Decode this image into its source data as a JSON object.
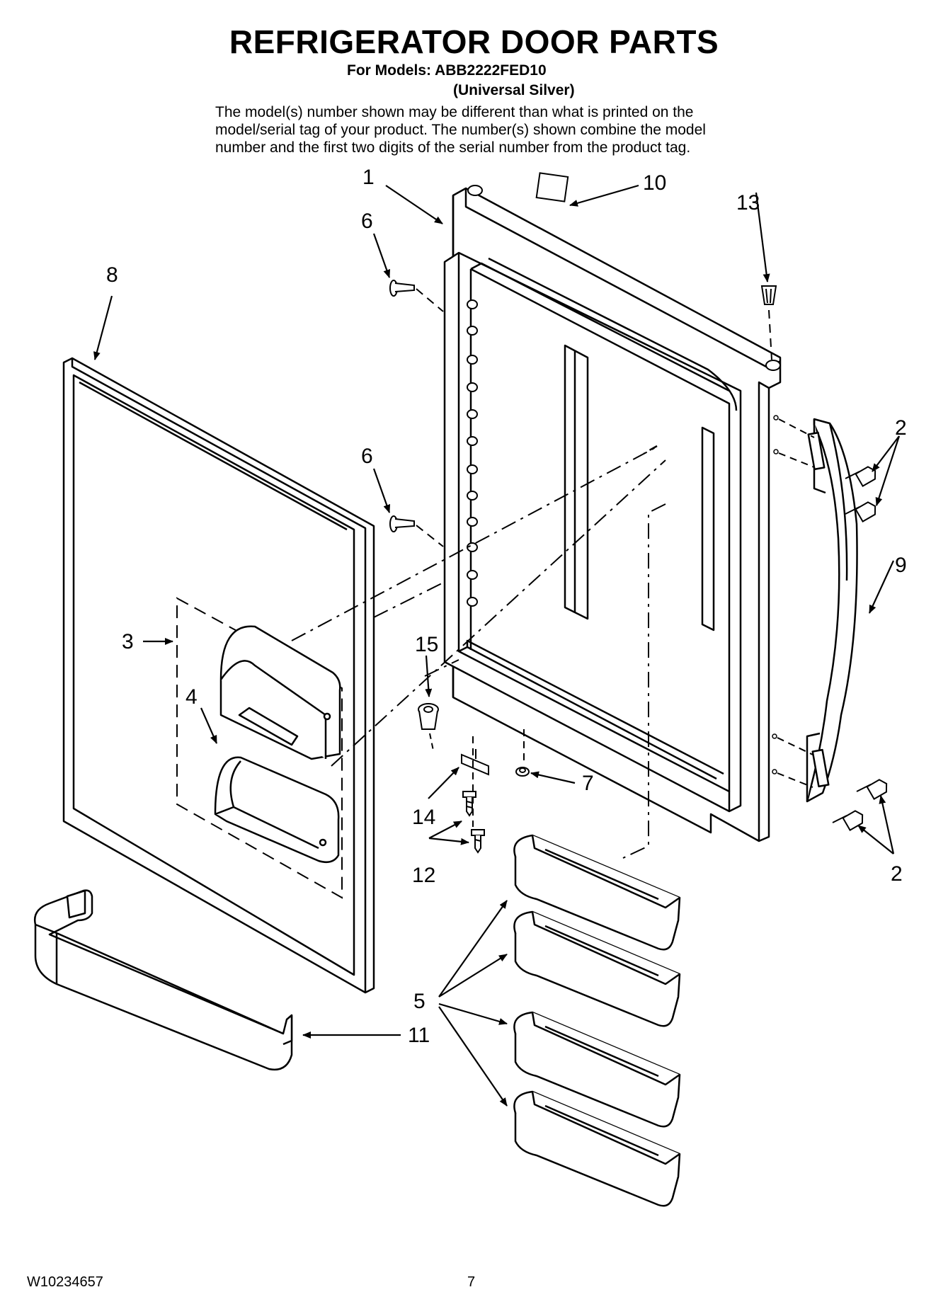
{
  "header": {
    "title": "REFRIGERATOR DOOR PARTS",
    "models_line": "For Models: ABB2222FED10",
    "color_line": "(Universal Silver)",
    "note_lines": [
      "The model(s) number shown may be different than what is printed on the",
      "model/serial tag of your product. The number(s) shown combine the model",
      "number and the first two digits of the serial number from the product tag."
    ]
  },
  "callouts": {
    "c1": "1",
    "c2a": "2",
    "c2b": "2",
    "c3": "3",
    "c4": "4",
    "c5": "5",
    "c6a": "6",
    "c6b": "6",
    "c7": "7",
    "c8": "8",
    "c9": "9",
    "c10": "10",
    "c11": "11",
    "c12": "12",
    "c13": "13",
    "c14": "14",
    "c15": "15"
  },
  "footer": {
    "doc_number": "W10234657",
    "page_number": "7"
  }
}
